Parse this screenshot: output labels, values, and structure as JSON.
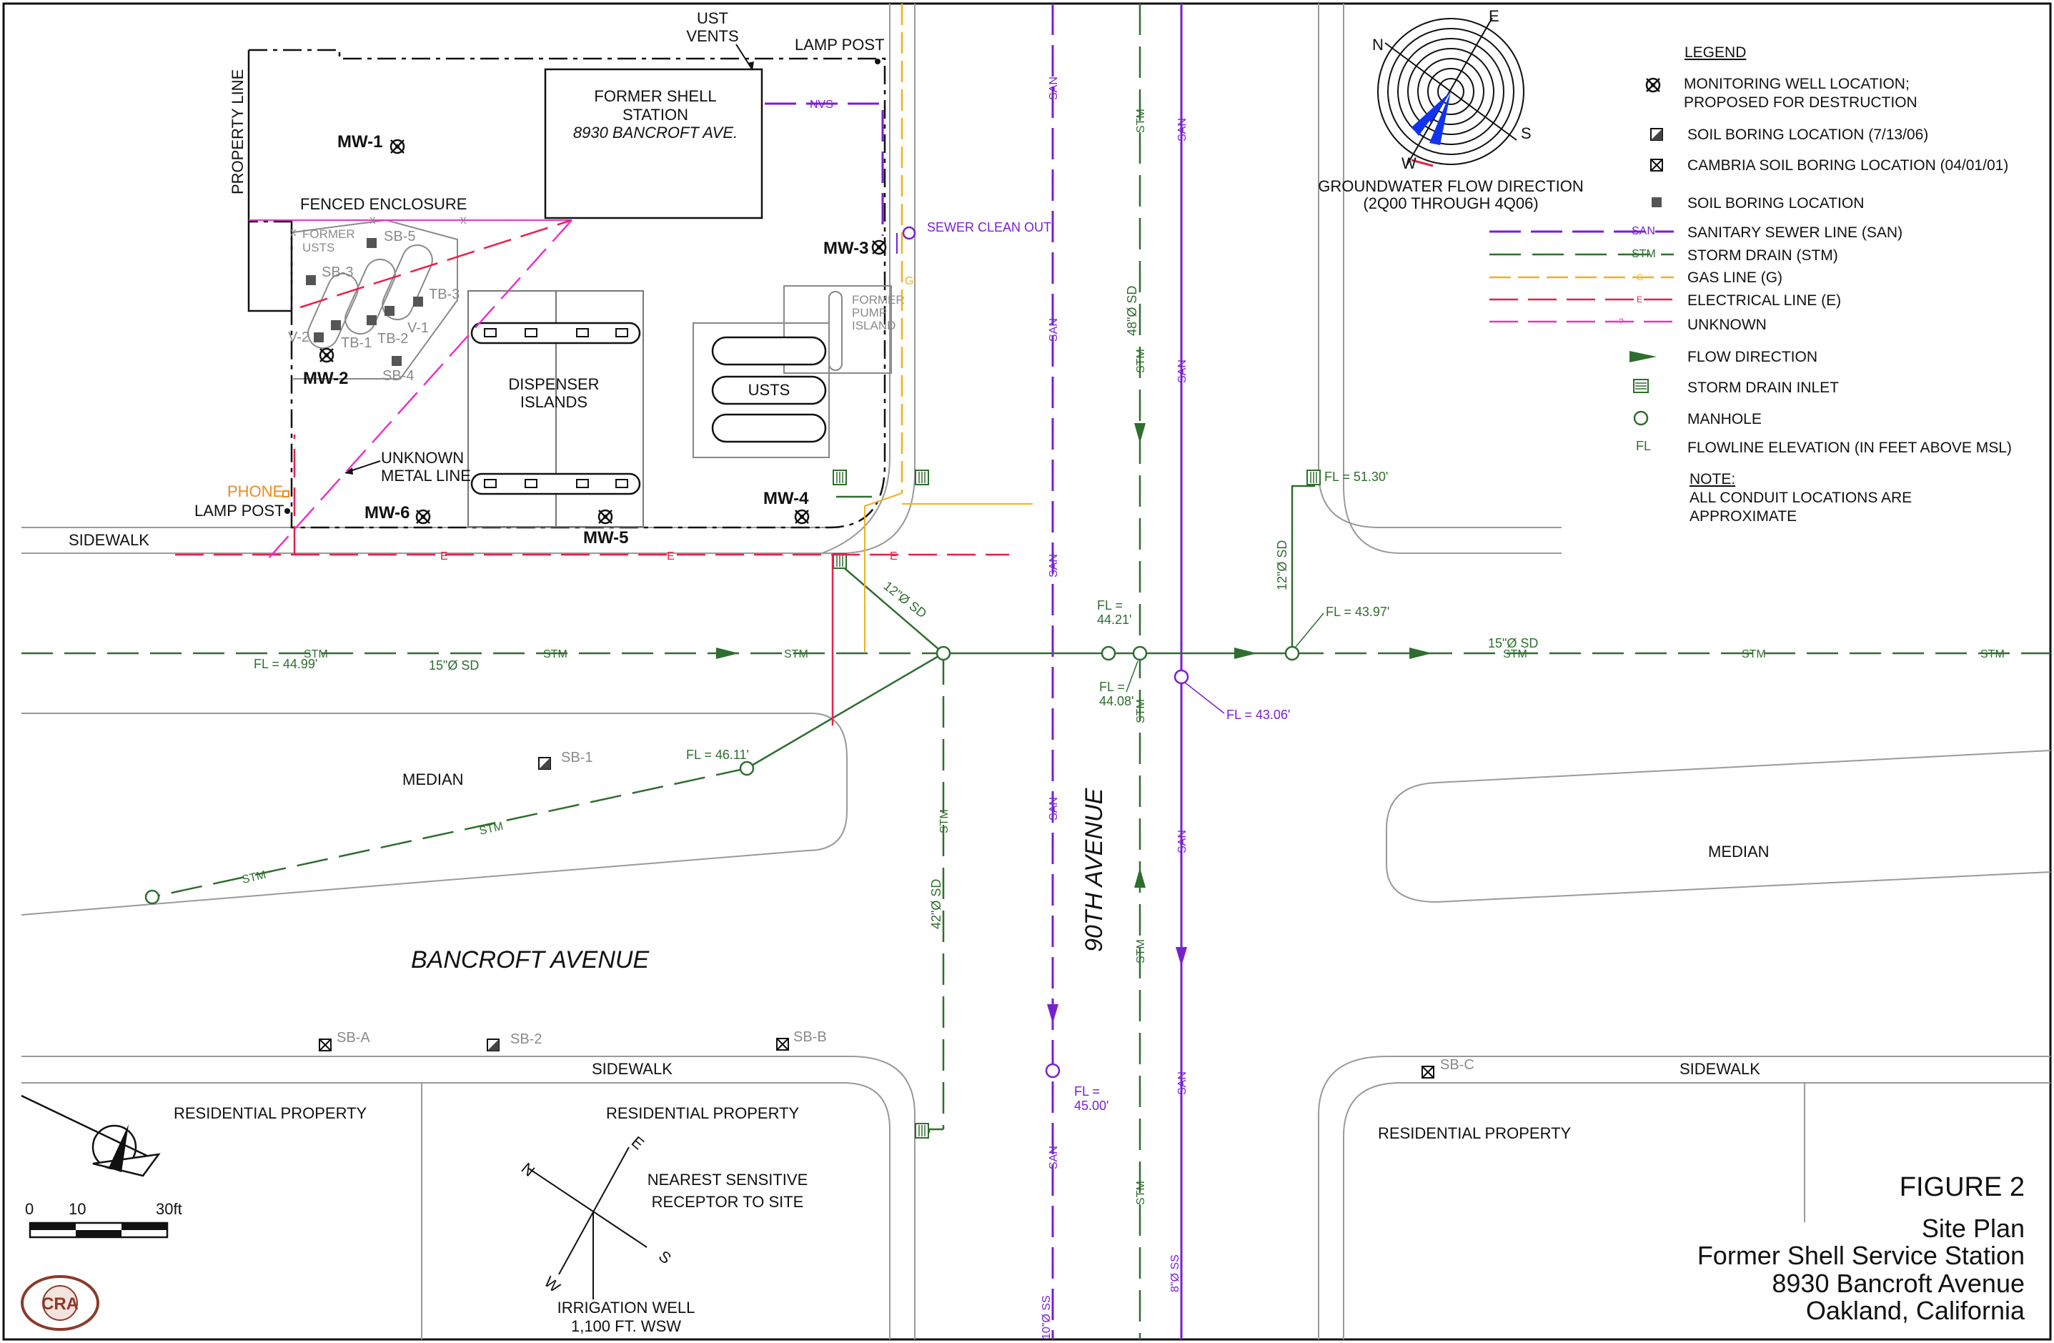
{
  "figure": {
    "number": "FIGURE 2",
    "title": "Site Plan",
    "site_name": "Former Shell Service Station",
    "address": "8930 Bancroft Avenue",
    "city": "Oakland, California"
  },
  "streets": {
    "bancroft": "BANCROFT AVENUE",
    "ninetieth": "90TH AVENUE"
  },
  "site": {
    "station_name": "FORMER SHELL",
    "station_name2": "STATION",
    "station_address": "8930 BANCROFT AVE.",
    "property_line": "PROPERTY LINE",
    "fenced_enclosure": "FENCED ENCLOSURE",
    "former_usts": "FORMER",
    "former_usts2": "USTS",
    "ust_vents": "UST",
    "ust_vents2": "VENTS",
    "lamp_post_top": "LAMP POST",
    "lamp_post_left": "LAMP POST",
    "phone": "PHONE",
    "unknown_metal": "UNKNOWN",
    "unknown_metal2": "METAL LINE",
    "dispenser": "DISPENSER",
    "dispenser2": "ISLANDS",
    "usts": "USTS",
    "former_pump": "FORMER",
    "former_pump2": "PUMP",
    "former_pump3": "ISLAND",
    "sewer_clean_out": "SEWER CLEAN OUT"
  },
  "areas": {
    "sidewalk_top": "SIDEWALK",
    "sidewalk_bottom": "SIDEWALK",
    "sidewalk_bottom_right": "SIDEWALK",
    "median_left": "MEDIAN",
    "median_right": "MEDIAN",
    "res1": "RESIDENTIAL PROPERTY",
    "res2": "RESIDENTIAL PROPERTY",
    "res3": "RESIDENTIAL PROPERTY",
    "sensitive1": "NEAREST SENSITIVE",
    "sensitive2": "RECEPTOR TO SITE",
    "irrigation1": "IRRIGATION WELL",
    "irrigation2": "1,100 FT. WSW"
  },
  "wells": {
    "mw1": "MW-1",
    "mw2": "MW-2",
    "mw3": "MW-3",
    "mw4": "MW-4",
    "mw5": "MW-5",
    "mw6": "MW-6"
  },
  "borings": {
    "sb3": "SB-3",
    "sb4": "SB-4",
    "sb5": "SB-5",
    "tb1": "TB-1",
    "tb2": "TB-2",
    "tb3": "TB-3",
    "v1": "V-1",
    "v2": "V-2",
    "sb1": "SB-1",
    "sb2": "SB-2",
    "sba": "SB-A",
    "sbb": "SB-B",
    "sbc": "SB-C"
  },
  "utilities": {
    "stm": "STM",
    "san": "SAN",
    "san_rev": "NVS",
    "g": "G",
    "e": "E",
    "sd12a": "12\"Ø SD",
    "sd12b": "12\"Ø SD",
    "sd15a": "15\"Ø SD",
    "sd15b": "15\"Ø SD",
    "sd48": "48\"Ø SD",
    "sd42": "42\"Ø SD",
    "ss10": "10\"Ø SS",
    "ss8": "8\"Ø SS"
  },
  "flowlines": {
    "fl4499": "FL = 44.99'",
    "fl4611": "FL = 46.11'",
    "fl4421a": "FL =",
    "fl4421b": "44.21'",
    "fl4408a": "FL =",
    "fl4408b": "44.08'",
    "fl4306": "FL = 43.06'",
    "fl4397": "FL = 43.97'",
    "fl5130": "FL = 51.30'",
    "fl4500a": "FL =",
    "fl4500b": "45.00'"
  },
  "compass": {
    "n": "N",
    "e": "E",
    "s": "S",
    "w": "W",
    "gw1": "GROUNDWATER FLOW DIRECTION",
    "gw2": "(2Q00 THROUGH 4Q06)"
  },
  "scale": {
    "s0": "0",
    "s10": "10",
    "s30": "30ft"
  },
  "legend": {
    "heading": "LEGEND",
    "mw1": "MONITORING WELL LOCATION;",
    "mw2": "PROPOSED FOR DESTRUCTION",
    "soil_boring_0713": "SOIL BORING LOCATION (7/13/06)",
    "cambria": "CAMBRIA SOIL BORING LOCATION (04/01/01)",
    "soil_boring": "SOIL BORING LOCATION",
    "sanitary": "SANITARY SEWER LINE (SAN)",
    "storm": "STORM DRAIN (STM)",
    "gas": "GAS LINE (G)",
    "electrical": "ELECTRICAL LINE (E)",
    "unknown": "UNKNOWN",
    "flow": "FLOW DIRECTION",
    "inlet": "STORM DRAIN INLET",
    "manhole": "MANHOLE",
    "fl_sym": "FL",
    "flowline": "FLOWLINE ELEVATION (IN FEET ABOVE MSL)",
    "note_head": "NOTE:",
    "note1": "ALL CONDUIT LOCATIONS ARE",
    "note2": "APPROXIMATE",
    "sw_san": "SAN",
    "sw_stm": "STM",
    "sw_g": "G",
    "sw_e": "E",
    "sw_unk": "?"
  },
  "logo": {
    "text": "CRA"
  },
  "colors": {
    "storm": "#2e6e2e",
    "sanitary": "#7a1fd0",
    "gas": "#f2b01e",
    "electrical": "#e8204b",
    "unknown": "#e834c8",
    "phone": "#f08a1e",
    "flow_rose": "#1133ee",
    "logo": "#8b3a2a"
  }
}
